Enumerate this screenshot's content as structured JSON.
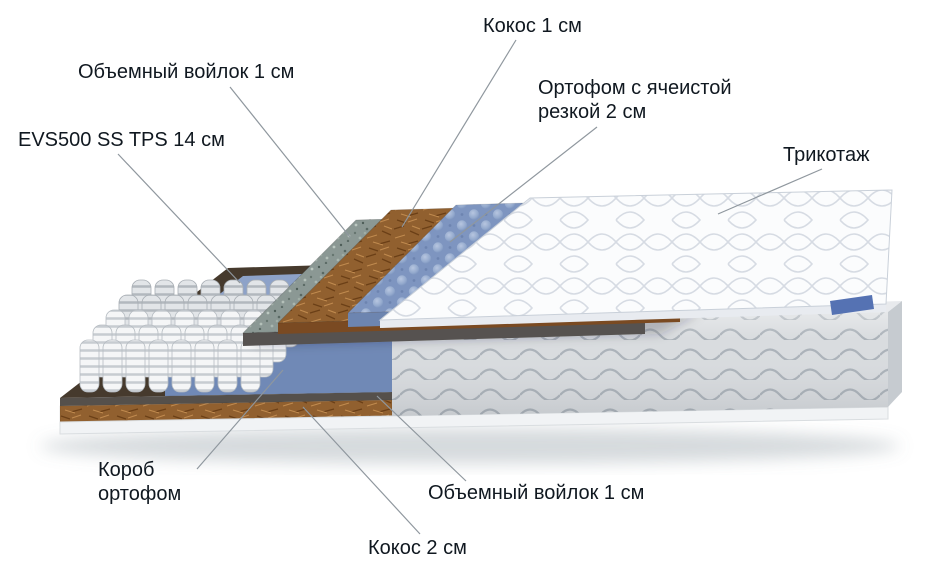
{
  "diagram": {
    "type": "mattress-layers-exploded-view",
    "labels": {
      "kokos1": "Кокос 1 см",
      "voilok_top": "Объемный войлок 1 см",
      "evs": "EVS500 SS TPS 14 см",
      "ortofom": "Ортофом с ячеистой\nрезкой 2 см",
      "trikotazh": "Трикотаж",
      "korob": "Короб\nортофом",
      "voilok_bottom": "Объемный войлок 1 см",
      "kokos2": "Кокос 2 см"
    },
    "colors": {
      "foam_box_blue": "#7089b6",
      "egg_foam_blue": "#7e95c0",
      "coir_brown": "#91602f",
      "felt_gray": "#8b9894",
      "cover_white": "#fbfcfd",
      "side_fabric_gray": "#d9dcdf",
      "brand_tag_blue": "#5572b3",
      "label_text": "#101820",
      "leader_line": "#8f979e"
    }
  }
}
